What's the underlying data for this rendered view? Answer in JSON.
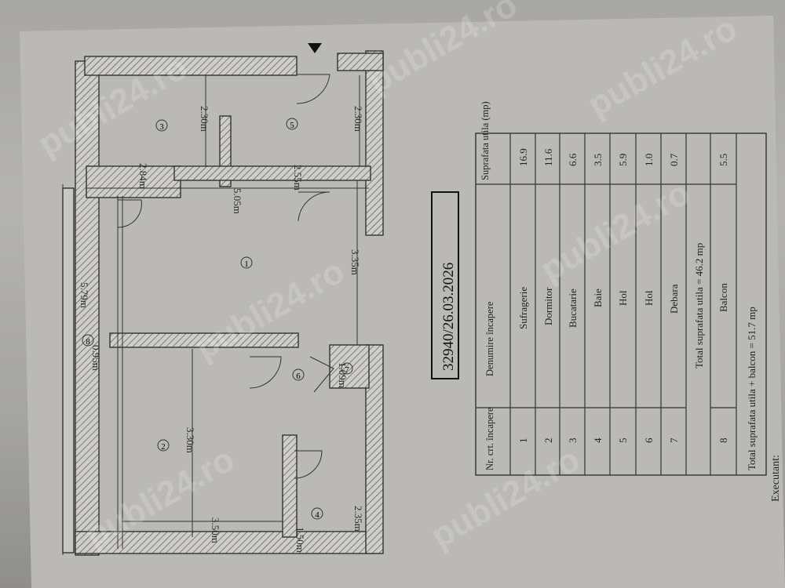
{
  "stamp": "32940/26.03.2026",
  "watermark": "publi24.ro",
  "plan": {
    "dimensions": [
      "5.79m",
      "0.95m",
      "3.30m",
      "3.50m",
      "1.50m",
      "2.35m",
      "1.09m",
      "3.35m",
      "5.05m",
      "2.55m",
      "2.84m",
      "2.30m",
      "2.30m"
    ],
    "room_numbers": [
      "1",
      "2",
      "3",
      "4",
      "5",
      "6",
      "7",
      "8"
    ]
  },
  "table": {
    "headers": [
      "Nr. crt. încapere",
      "Denumire încapere",
      "Suprafata utila (mp)"
    ],
    "rows": [
      {
        "nr": "1",
        "name": "Sufragerie",
        "area": "16.9"
      },
      {
        "nr": "2",
        "name": "Dormitor",
        "area": "11.6"
      },
      {
        "nr": "3",
        "name": "Bucatarie",
        "area": "6.6"
      },
      {
        "nr": "4",
        "name": "Baie",
        "area": "3.5"
      },
      {
        "nr": "5",
        "name": "Hol",
        "area": "5.9"
      },
      {
        "nr": "6",
        "name": "Hol",
        "area": "1.0"
      },
      {
        "nr": "7",
        "name": "Debara",
        "area": "0.7"
      }
    ],
    "total_util": "Total suprafata utila = 46.2 mp",
    "balcony": {
      "nr": "8",
      "name": "Balcon",
      "area": "5.5"
    },
    "total_with_balcony": "Total suprafata utila + balcon = 51.7 mp",
    "footer_partial": "Executant:"
  }
}
